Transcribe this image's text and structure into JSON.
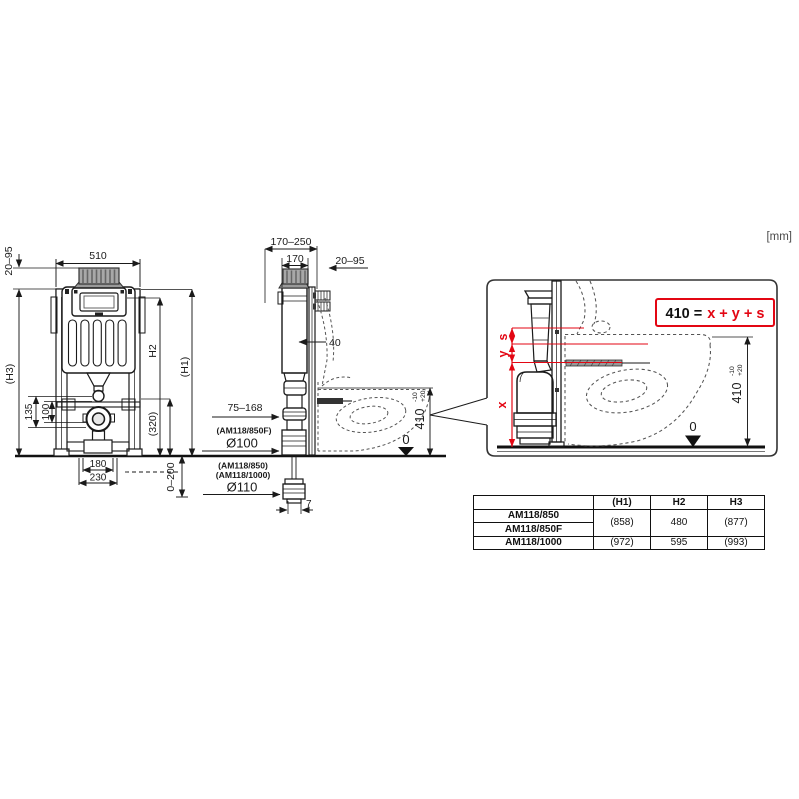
{
  "units_label": "[mm]",
  "colors": {
    "red": "#e30613",
    "line": "#1a1a1a"
  },
  "front_view": {
    "dim_width": "510",
    "dim_cover": "20–95",
    "dim_h3": "(H3)",
    "dim_h2": "H2",
    "dim_h1": "(H1)",
    "dim_135": "135",
    "dim_100": "100",
    "dim_320": "(320)",
    "dim_180": "180",
    "dim_230": "230",
    "dim_feet": "0–200"
  },
  "side_view": {
    "dim_wall_range": "170–250",
    "dim_depth": "170",
    "dim_cover": "20–95",
    "dim_channel": "40",
    "dim_outlet_range": "75–168",
    "label_850f": "(AM118/850F)",
    "dia_100": "Ø100",
    "label_850": "(AM118/850)",
    "label_1000": "(AM118/1000)",
    "dia_110": "Ø110",
    "dim_offset": "7",
    "zero": "0",
    "dim_seat": "410",
    "tol_plus": "+20",
    "tol_minus": "-10"
  },
  "detail_view": {
    "formula_left": "410 =",
    "formula_right": "x + y + s",
    "dim_s": "s",
    "dim_y": "y",
    "dim_x": "x",
    "zero": "0",
    "dim_seat": "410",
    "tol_plus": "+20",
    "tol_minus": "-10"
  },
  "table": {
    "headers": [
      "",
      "(H1)",
      "H2",
      "H3"
    ],
    "rows": [
      {
        "model": "AM118/850",
        "h1": "(858)",
        "h2": "480",
        "h3": "(877)"
      },
      {
        "model": "AM118/850F"
      },
      {
        "model": "AM118/1000",
        "h1": "(972)",
        "h2": "595",
        "h3": "(993)"
      }
    ]
  }
}
